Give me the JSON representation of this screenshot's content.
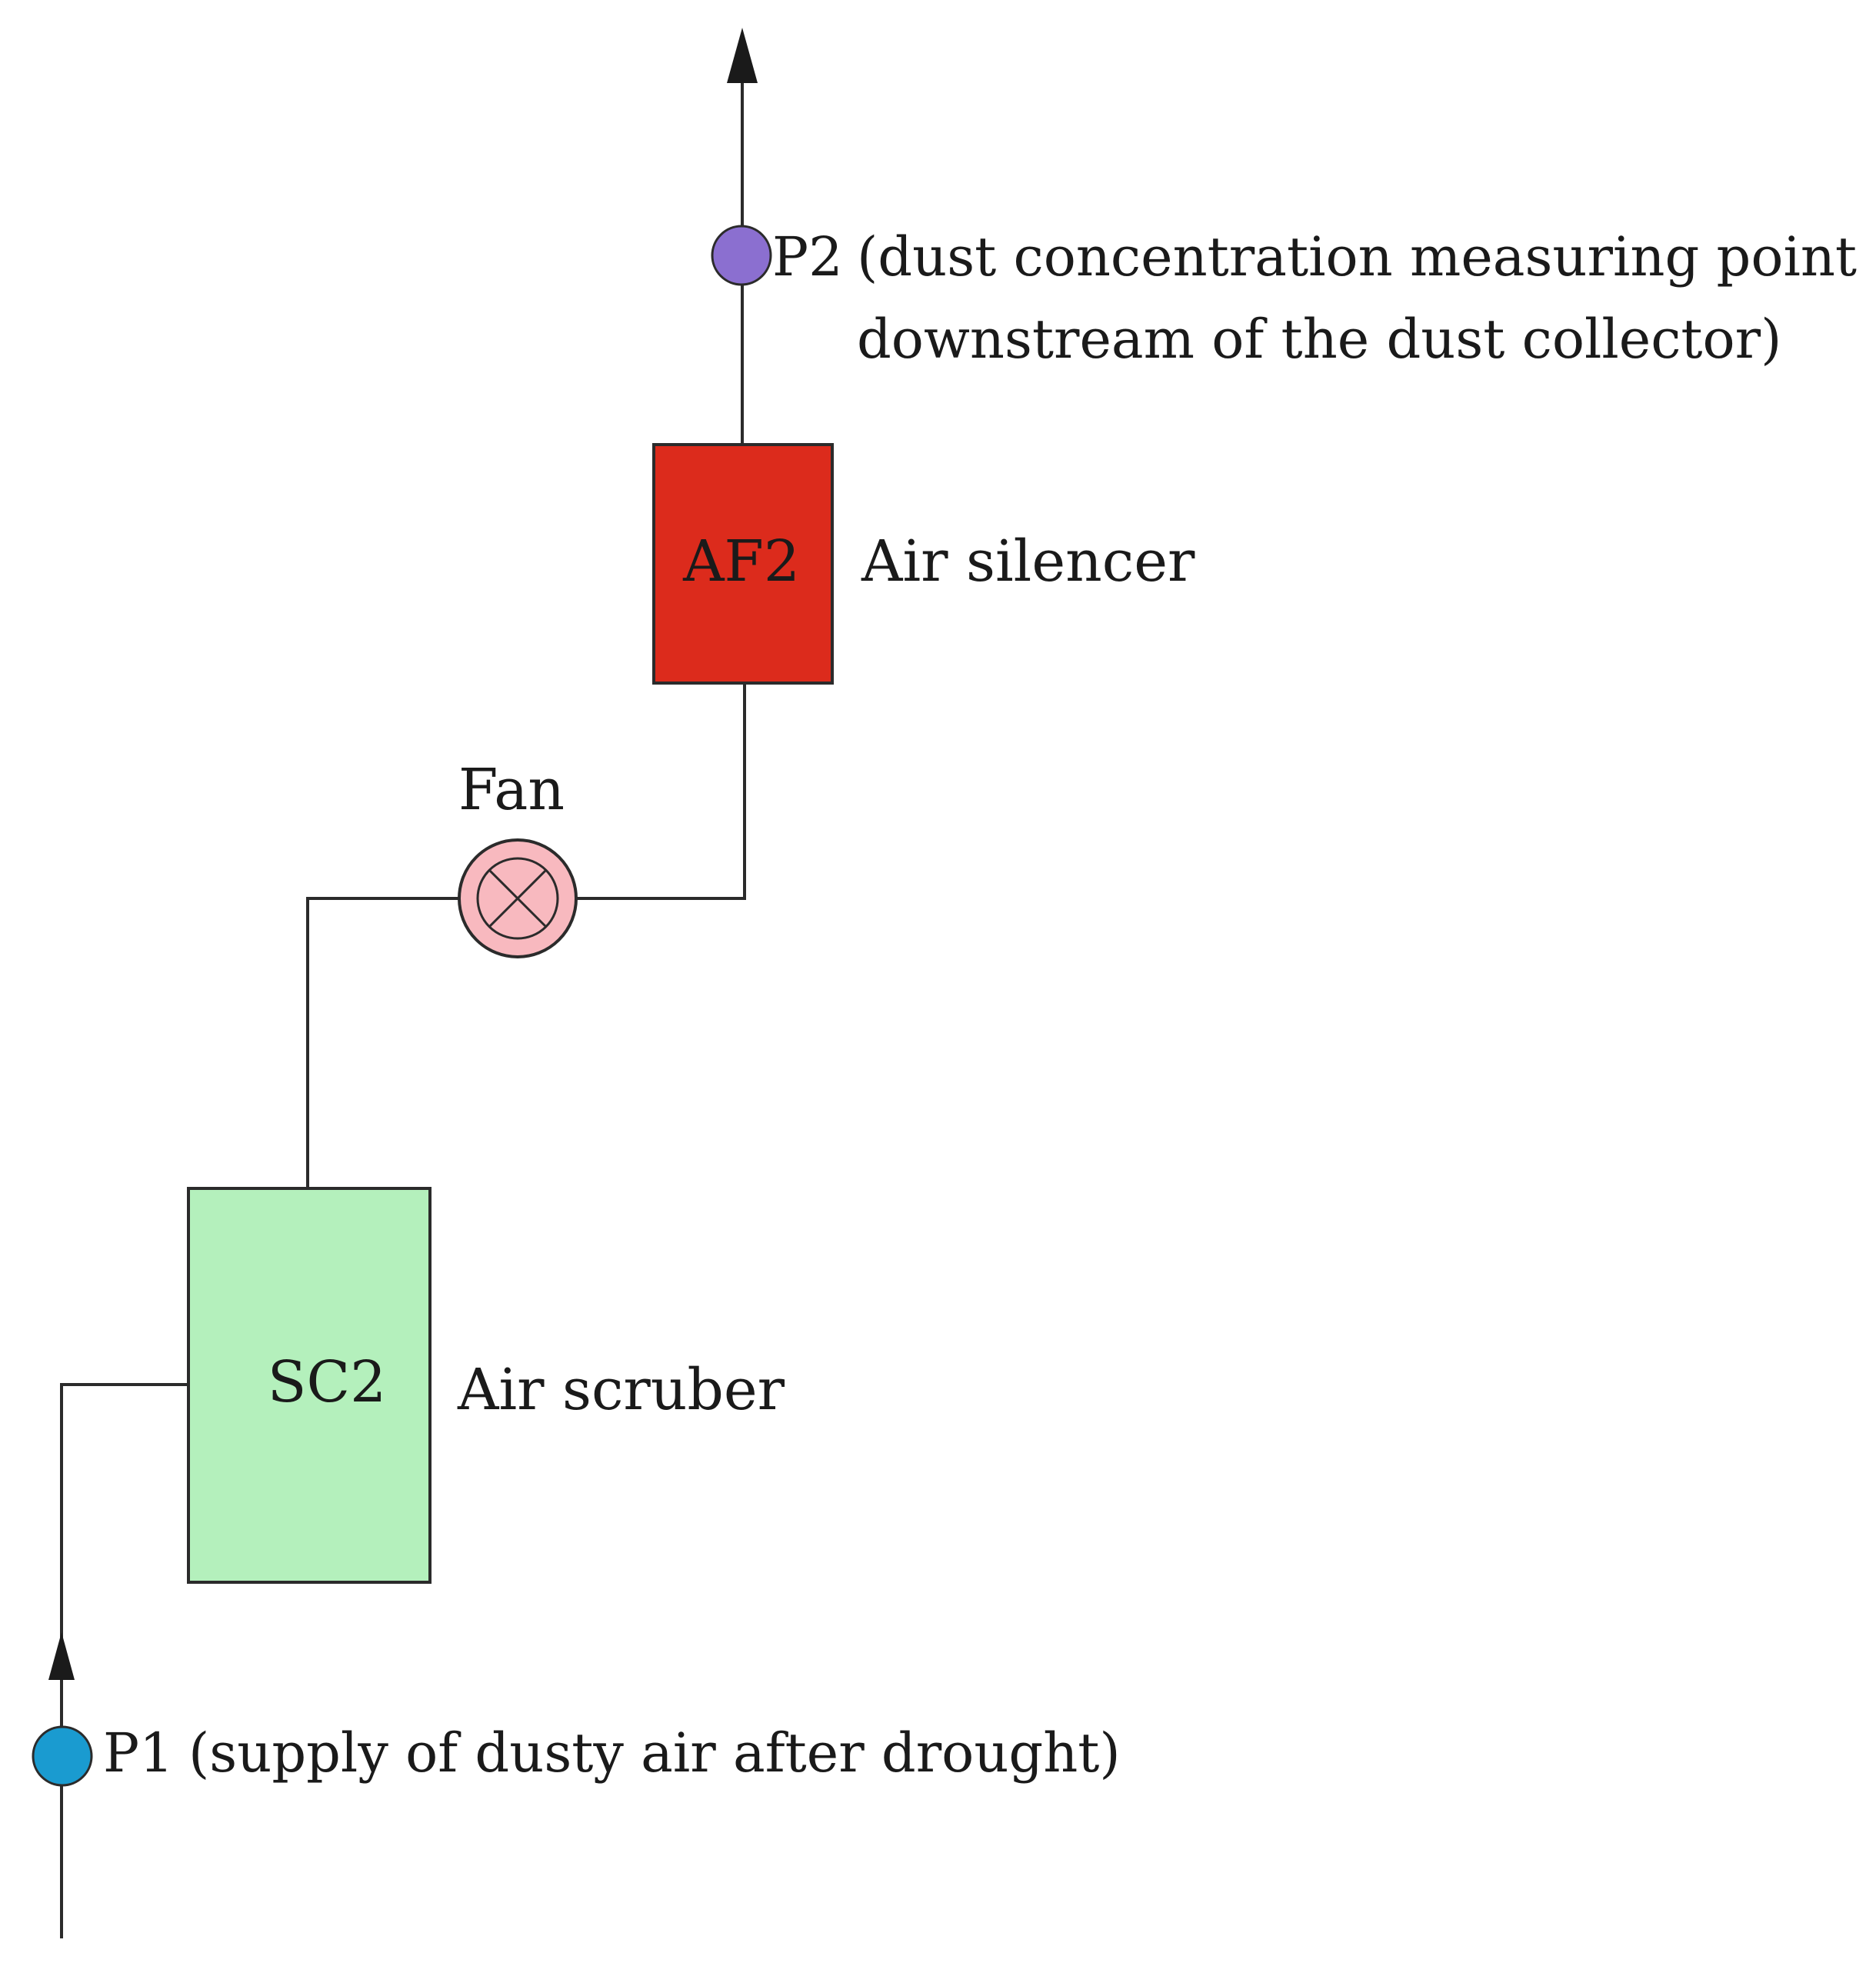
{
  "points": {
    "p1": {
      "tag": "P1",
      "description": "(supply of dusty air after drought)",
      "color": "#1a9bd0"
    },
    "p2": {
      "tag": "P2",
      "description_line1": "(dust concentration measuring point",
      "description_line2": "downstream of the dust collector)",
      "color": "#8b6fd0"
    }
  },
  "components": {
    "scrubber": {
      "code": "SC2",
      "name": "Air scruber",
      "color": "#b4f0bc"
    },
    "fan": {
      "name": "Fan",
      "color": "#f8b9bf"
    },
    "silencer": {
      "code": "AF2",
      "name": "Air silencer",
      "color": "#dc2b1c"
    }
  },
  "colors": {
    "line": "#2b2b2b",
    "text": "#1a1a1a"
  }
}
